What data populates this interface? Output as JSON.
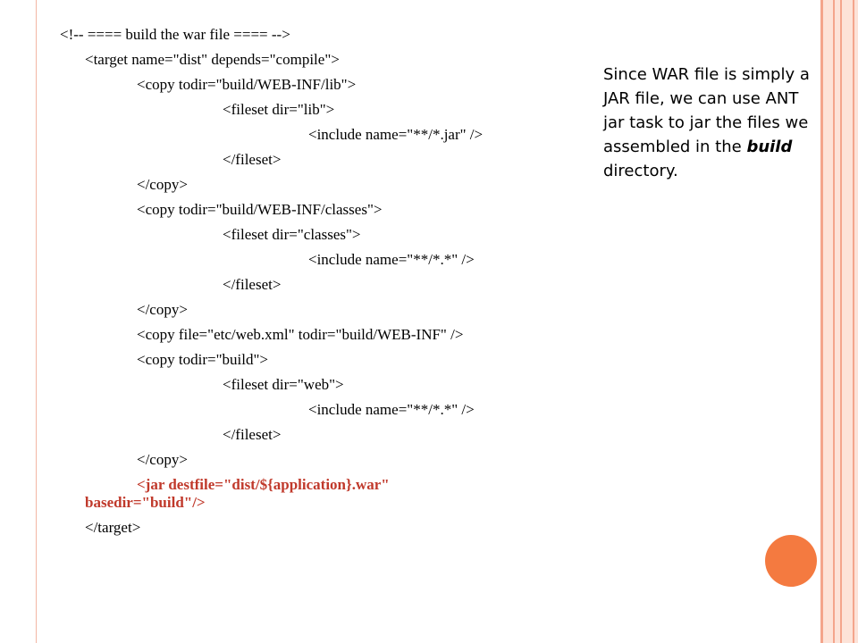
{
  "code_lines": [
    "<!-- ==== build the war file ==== -->",
    "<target name=\"dist\" depends=\"compile\">",
    "<copy todir=\"build/WEB-INF/lib\">",
    "<fileset dir=\"lib\">",
    "<include name=\"**/*.jar\" />",
    "</fileset>",
    "</copy>",
    "<copy todir=\"build/WEB-INF/classes\">",
    "<fileset dir=\"classes\">",
    "<include name=\"**/*.*\" />",
    "</fileset>",
    "</copy>",
    "<copy file=\"etc/web.xml\" todir=\"build/WEB-INF\" />",
    "<copy todir=\"build\">",
    "<fileset dir=\"web\">",
    "<include name=\"**/*.*\" />",
    "</fileset>",
    "</copy>",
    "<jar destfile=\"dist/${application}.war\"",
    "basedir=\"build\"/>",
    "</target>"
  ],
  "note": {
    "part1": "Since WAR file is simply a JAR file, we can use ANT jar task to jar the files we assembled in the ",
    "emphasis": "build",
    "part2": " directory."
  },
  "colors": {
    "accent_stripe": "#f4a58c",
    "accent_light": "#fde3d8",
    "circle": "#f47a40",
    "highlight_code": "#c0392b"
  }
}
